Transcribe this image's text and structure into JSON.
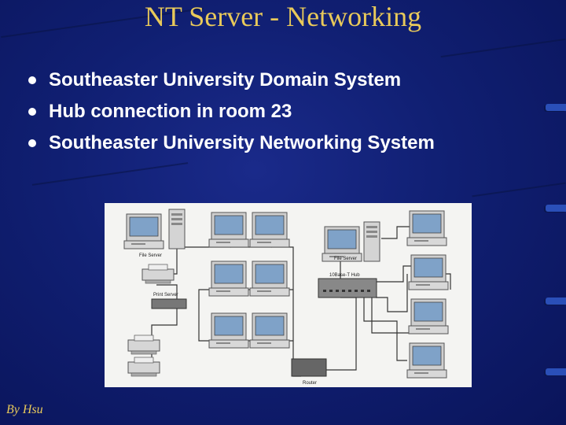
{
  "slide": {
    "title": "NT Server - Networking",
    "bullets": [
      "Southeaster University Domain System",
      "Hub connection in  room 23",
      "Southeaster University Networking System"
    ],
    "byline": "By Hsu"
  },
  "diagram": {
    "labels": {
      "file_server_1": "File Server",
      "print_server": "Print Server",
      "file_server_2": "File Server",
      "hub": "10Base-T Hub",
      "router": "Router"
    }
  },
  "colors": {
    "title": "#e8c95a",
    "bullet_text": "#ffffff",
    "background": "#101f72",
    "diagram_bg": "#f4f4f2"
  }
}
